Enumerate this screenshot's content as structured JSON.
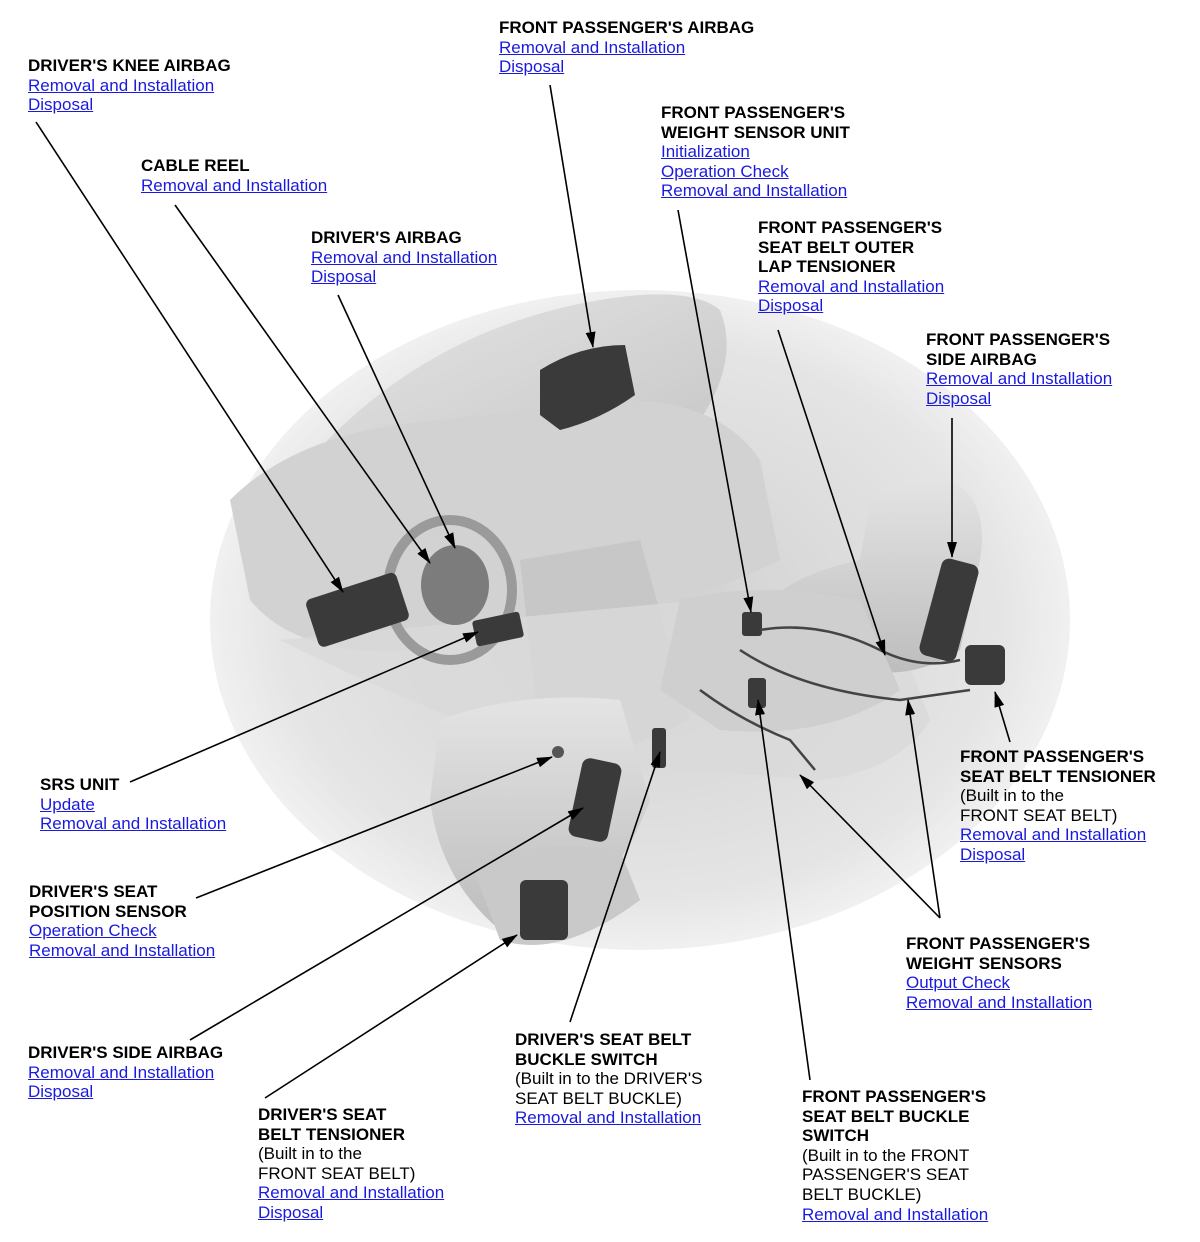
{
  "colors": {
    "link": "#1a1adf",
    "text": "#000000"
  },
  "callouts": {
    "knee_airbag": {
      "title": [
        "DRIVER'S KNEE AIRBAG"
      ],
      "links": [
        "Removal and Installation",
        "Disposal"
      ]
    },
    "cable_reel": {
      "title": [
        "CABLE REEL"
      ],
      "links": [
        "Removal and Installation"
      ]
    },
    "driver_airbag": {
      "title": [
        "DRIVER'S AIRBAG"
      ],
      "links": [
        "Removal and Installation",
        "Disposal"
      ]
    },
    "fp_airbag": {
      "title": [
        "FRONT PASSENGER'S AIRBAG"
      ],
      "links": [
        "Removal and Installation",
        "Disposal"
      ]
    },
    "fp_weight_unit": {
      "title": [
        "FRONT PASSENGER'S",
        "WEIGHT SENSOR UNIT"
      ],
      "links": [
        "Initialization",
        "Operation Check",
        "Removal and Installation"
      ]
    },
    "fp_lap_tensioner": {
      "title": [
        "FRONT PASSENGER'S",
        "SEAT BELT OUTER",
        "LAP TENSIONER"
      ],
      "links": [
        "Removal and Installation",
        "Disposal"
      ]
    },
    "fp_side_airbag": {
      "title": [
        "FRONT PASSENGER'S",
        "SIDE AIRBAG"
      ],
      "links": [
        "Removal and Installation",
        "Disposal"
      ]
    },
    "srs_unit": {
      "title": [
        "SRS UNIT"
      ],
      "links": [
        "Update",
        "Removal and Installation"
      ]
    },
    "fp_tensioner": {
      "title": [
        "FRONT PASSENGER'S",
        "SEAT BELT TENSIONER"
      ],
      "note": [
        "(Built in to the",
        "FRONT SEAT BELT)"
      ],
      "links": [
        "Removal and Installation",
        "Disposal"
      ]
    },
    "driver_seat_pos": {
      "title": [
        "DRIVER'S SEAT",
        "POSITION SENSOR"
      ],
      "links": [
        "Operation Check",
        "Removal and Installation"
      ]
    },
    "fp_weight_sensors": {
      "title": [
        "FRONT PASSENGER'S",
        "WEIGHT SENSORS"
      ],
      "links": [
        "Output Check",
        "Removal and Installation"
      ]
    },
    "driver_side_airbag": {
      "title": [
        "DRIVER'S SIDE AIRBAG"
      ],
      "links": [
        "Removal and Installation",
        "Disposal"
      ]
    },
    "driver_buckle": {
      "title": [
        "DRIVER'S SEAT BELT",
        "BUCKLE SWITCH"
      ],
      "note": [
        "(Built in to the DRIVER'S",
        "SEAT BELT BUCKLE)"
      ],
      "links": [
        "Removal and Installation"
      ]
    },
    "driver_tensioner": {
      "title": [
        "DRIVER'S SEAT",
        "BELT TENSIONER"
      ],
      "note": [
        "(Built in to the",
        "FRONT SEAT BELT)"
      ],
      "links": [
        "Removal and Installation",
        "Disposal"
      ]
    },
    "fp_buckle": {
      "title": [
        "FRONT PASSENGER'S",
        "SEAT BELT BUCKLE",
        "SWITCH"
      ],
      "note": [
        "(Built in to the FRONT",
        "PASSENGER'S SEAT",
        "BELT BUCKLE)"
      ],
      "links": [
        "Removal and Installation"
      ]
    }
  }
}
